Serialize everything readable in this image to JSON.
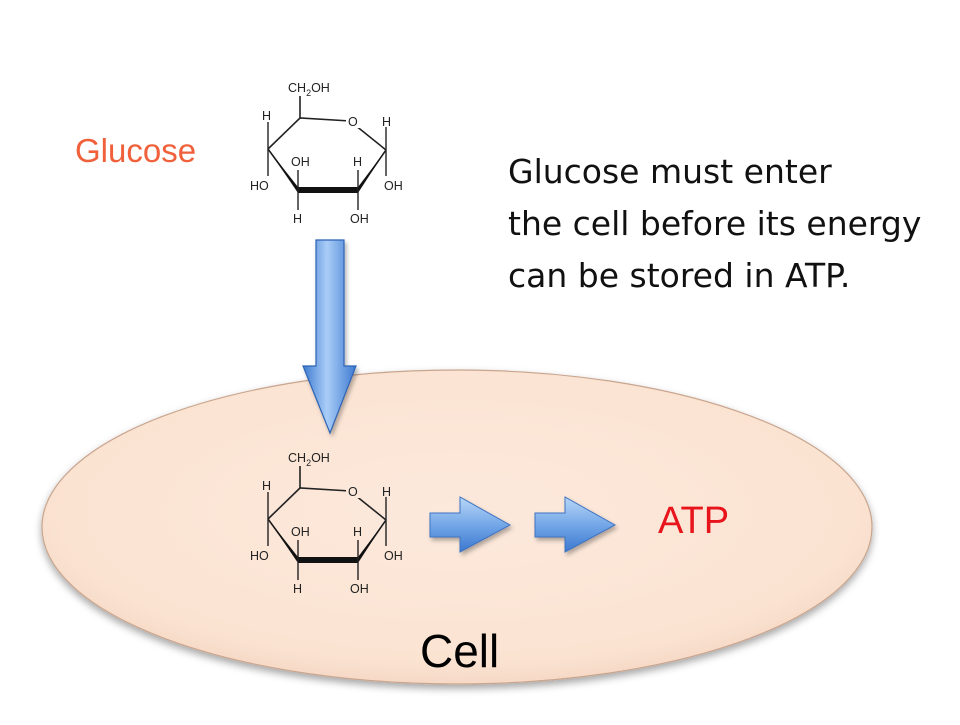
{
  "diagram": {
    "glucose_label": "Glucose",
    "caption_lines": [
      "Glucose must enter",
      "the cell before its energy",
      "can be stored in ATP."
    ],
    "atp_label": "ATP",
    "cell_label": "Cell",
    "molecule_labels": {
      "ch2oh_main": "CH",
      "ch2oh_sub": "2",
      "ch2oh_tail": "OH",
      "ring_oxygen": "O",
      "h": "H",
      "oh": "OH",
      "ho": "HO"
    },
    "colors": {
      "glucose_label": "#f0603a",
      "atp_label": "#e8141c",
      "cell_fill": "#fbe6d6",
      "arrow_blue": "#3f7fd6"
    }
  }
}
